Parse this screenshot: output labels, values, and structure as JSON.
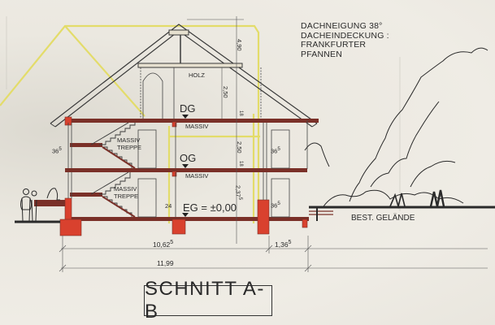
{
  "drawing": {
    "title": "SCHNITT A-B",
    "roof_notes": [
      "DACHNEIGUNG 38°",
      "DACHEINDECKUNG :",
      "FRANKFURTER",
      "PFANNEN"
    ],
    "levels": {
      "dg": "DG",
      "og": "OG",
      "eg": "EG = ±0,00"
    },
    "materials": {
      "attic_ceiling": "HOLZ",
      "dg_slab": "MASSIV",
      "og_slab": "MASSIV",
      "stair_upper": [
        "MASSIV",
        "TREPPE"
      ],
      "stair_lower": [
        "MASSIV",
        "TREPPE"
      ]
    },
    "dimensions": {
      "roof_height": "4,90",
      "dg_height": "2,50",
      "og_height": "2,50",
      "eg_height": "2,37",
      "eg_height_sup": "5",
      "slab_dg": "18",
      "slab_og": "18",
      "wall_left": "36",
      "wall_left_sup": "5",
      "wall_right_og": "36",
      "wall_right_og_sup": "5",
      "wall_right_eg": "36",
      "wall_right_eg_sup": "5",
      "floor_eg": "24",
      "width_main": "10,62",
      "width_main_sup": "5",
      "width_extra": "1,36",
      "width_extra_sup": "5",
      "width_total": "11,99"
    },
    "terrain_label": "BEST. GELÄNDE",
    "colors": {
      "masonry_red": "#d9412e",
      "slab_brown": "#7a3028",
      "roof_outline_yellow": "#e8e070",
      "ink": "#2a2a2a",
      "paper": "#ece9e1"
    }
  }
}
